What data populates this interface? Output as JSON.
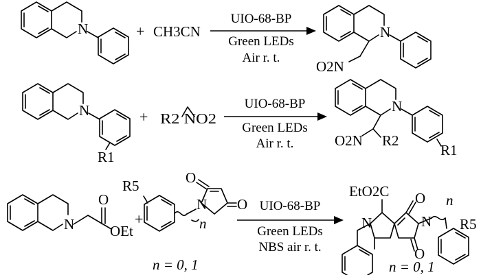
{
  "reactions": [
    {
      "plus": "+",
      "reagent": "CH3CN",
      "conditions": [
        "UIO-68-BP",
        "Green LEDs",
        "Air r. t."
      ],
      "product_labels": {
        "n_atom": "N",
        "nitro": "O2N"
      }
    },
    {
      "reactant_labels": {
        "n_atom": "N",
        "substituent": "R1"
      },
      "plus": "+",
      "reagent": "R2 NO2",
      "conditions": [
        "UIO-68-BP",
        "Green LEDs",
        "Air r. t."
      ],
      "product_labels": {
        "n_atom": "N",
        "nitro": "O2N",
        "r2": "R2",
        "r1": "R1"
      }
    },
    {
      "reactant_labels": {
        "n_atom": "N",
        "carbonyl_o": "O",
        "ester": "OEt"
      },
      "plus": "+",
      "maleimide_labels": {
        "o_top": "O",
        "n_atom": "N",
        "o_bottom": "O",
        "r5": "R5",
        "n_index": "n"
      },
      "n_values": "n = 0, 1",
      "conditions": [
        "UIO-68-BP",
        "Green LEDs",
        "NBS air r. t."
      ],
      "product_labels": {
        "ester": "EtO2C",
        "o_top": "O",
        "n_ring": "N",
        "n_imide": "N",
        "o_bottom": "O",
        "n_index": "n",
        "r5": "R5"
      },
      "product_n_values": "n = 0, 1"
    }
  ]
}
